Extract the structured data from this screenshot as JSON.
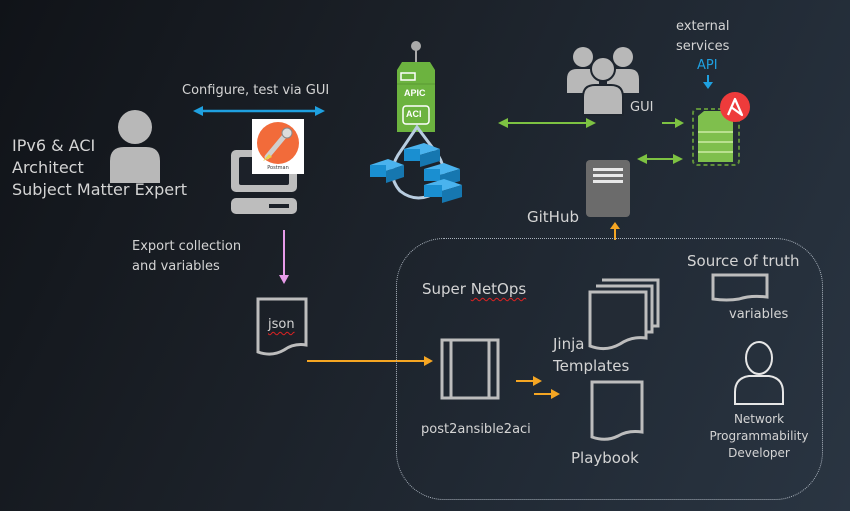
{
  "diagram": {
    "architect": {
      "label_lines": [
        "IPv6 & ACI",
        "Architect",
        "Subject Matter Expert"
      ],
      "icon": "person-icon"
    },
    "gui_link": {
      "label": "Configure, test via GUI",
      "color": "#1fa0e0"
    },
    "postman": {
      "logo_label": "Postman",
      "logo_color": "#f26b3a",
      "icon": "computer-icon"
    },
    "apic": {
      "labels": [
        "APIC",
        "ACI"
      ],
      "switch_label": "ACI",
      "color": "#6cb33f",
      "switch_color": "#1a8fd1"
    },
    "users": {
      "label": "GUI",
      "icon": "users-group-icon"
    },
    "external": {
      "label_lines": [
        "external",
        "services"
      ],
      "api_label": "API",
      "api_color": "#1fa0e0"
    },
    "ansible": {
      "badge_letter": "A",
      "badge_color": "#ee3b3b",
      "server_color": "#7fbf4d"
    },
    "github": {
      "label": "GitHub",
      "icon": "server-icon"
    },
    "export": {
      "label_lines": [
        "Export collection",
        "and variables"
      ],
      "arrow_color": "#e79be9"
    },
    "json_doc": {
      "label": "json"
    },
    "super_netops": {
      "title_plain": "Super ",
      "title_spell": "NetOps",
      "tool_label": "post2ansible2aci",
      "templates_label_lines": [
        "Jinja",
        "Templates"
      ],
      "playbook_label": "Playbook",
      "source_of_truth_label": "Source of truth",
      "variables_label": "variables",
      "developer_label_lines": [
        "Network",
        "Programmability",
        "Developer"
      ],
      "arrow_color": "#f5a623"
    },
    "link_color_green": "#7dc242"
  }
}
